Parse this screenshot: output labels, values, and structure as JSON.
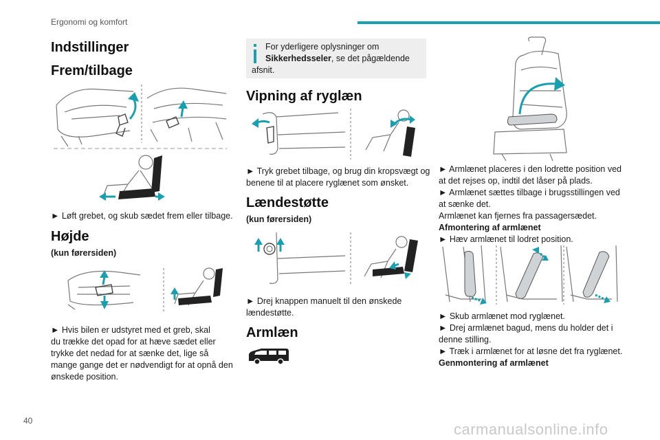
{
  "header": {
    "section": "Ergonomi og komfort",
    "accent_color": "#1a9fb0"
  },
  "page_number": "40",
  "watermark": "carmanualsonline.info",
  "col1": {
    "title": "Indstillinger",
    "forward": {
      "heading": "Frem/tilbage",
      "text": "► Løft grebet, og skub sædet frem eller tilbage."
    },
    "height": {
      "heading": "Højde",
      "subheading": "(kun førersiden)",
      "lines": [
        "► Hvis bilen er udstyret med et greb, skal",
        "du trække det opad for at hæve sædet eller",
        "trykke det nedad for at sænke det, lige så",
        "mange gange det er nødvendigt for at opnå den",
        "ønskede position."
      ]
    }
  },
  "col2": {
    "info": {
      "text_before": "For yderligere oplysninger om",
      "bold": "Sikkerhedsseler",
      "text_after": ", se det pågældende",
      "text_last": "afsnit."
    },
    "recline": {
      "heading": "Vipning af ryglæn",
      "lines": [
        "► Tryk grebet tilbage, og brug din kropsvægt og",
        "benene til at placere ryglænet som ønsket."
      ]
    },
    "lumbar": {
      "heading": "Lændestøtte",
      "subheading": "(kun førersiden)",
      "lines": [
        "► Drej knappen manuelt til den ønskede",
        "lændestøtte."
      ]
    },
    "armrest": {
      "heading": "Armlæn"
    }
  },
  "col3": {
    "lines_a": [
      "► Armlænet placeres i den lodrette position ved",
      "at det rejses op, indtil det låser på plads.",
      "► Armlænet sættes tilbage i brugsstillingen ved",
      "at sænke det.",
      "Armlænet kan fjernes fra passagersædet."
    ],
    "removal_heading": "Afmontering af armlænet",
    "removal_step": "► Hæv armlænet til lodret position.",
    "lines_b": [
      "► Skub armlænet mod ryglænet.",
      "► Drej armlænet bagud, mens du holder det i",
      "denne stilling.",
      "► Træk i armlænet for at løsne det fra ryglænet."
    ],
    "refit_heading": "Genmontering af armlænet"
  }
}
